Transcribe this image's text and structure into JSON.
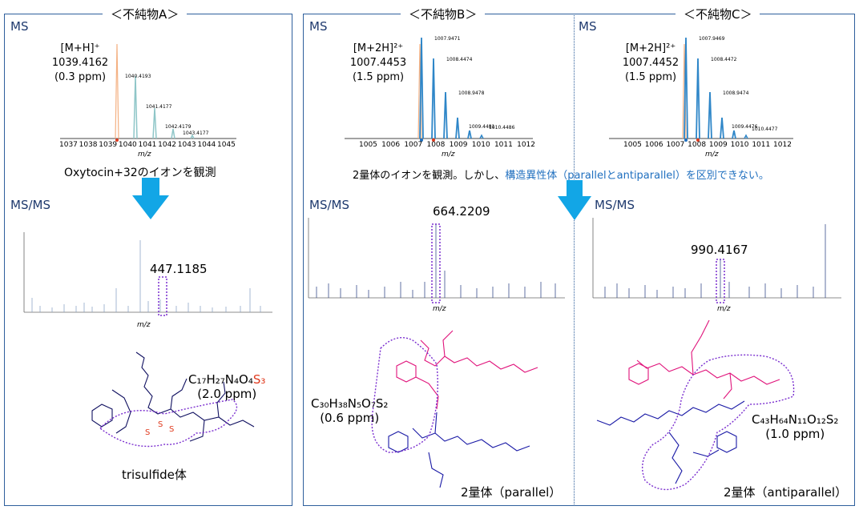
{
  "panels": {
    "a": {
      "title": "＜不純物A＞"
    },
    "b": {
      "title": "＜不純物B＞"
    },
    "c": {
      "title": "＜不純物C＞"
    }
  },
  "labels": {
    "ms": "MS",
    "msms": "MS/MS",
    "mz": "m/z"
  },
  "spectra": {
    "a": {
      "ion": "[M+H]⁺",
      "mass": "1039.4162",
      "ppm": "(0.3 ppm)",
      "ticks": [
        "1037",
        "1038",
        "1039",
        "1040",
        "1041",
        "1042",
        "1043",
        "1044",
        "1045"
      ],
      "peak_labels": [
        "1040.4193",
        "1041.4177",
        "1042.4179",
        "1043.4177"
      ]
    },
    "b": {
      "ion": "[M+2H]²⁺",
      "mass": "1007.4453",
      "ppm": "(1.5 ppm)",
      "ticks": [
        "1005",
        "1006",
        "1007",
        "1008",
        "1009",
        "1010",
        "1011",
        "1012"
      ],
      "peak_labels": [
        "1007.9471",
        "1008.4474",
        "1008.9478",
        "1009.4481",
        "1010.4486"
      ]
    },
    "c": {
      "ion": "[M+2H]²⁺",
      "mass": "1007.4452",
      "ppm": "(1.5 ppm)",
      "ticks": [
        "1005",
        "1006",
        "1007",
        "1008",
        "1009",
        "1010",
        "1011",
        "1012"
      ],
      "peak_labels": [
        "1007.9469",
        "1008.4472",
        "1008.9474",
        "1009.4476",
        "1010.4477"
      ]
    }
  },
  "captions": {
    "a_ms": "Oxytocin+32のイオンを観測",
    "bc_ms_1": "2量体のイオンを観測。しかし、",
    "bc_ms_2": "構造異性体（parallelとantiparallel）を区別できない。"
  },
  "msms": {
    "a": {
      "fragment": "447.1185"
    },
    "b": {
      "fragment": "664.2209"
    },
    "c": {
      "fragment": "990.4167"
    }
  },
  "structures": {
    "a": {
      "formula_main": "C₁₇H₂₇N₄O₄",
      "formula_s": "S₃",
      "ppm": "(2.0 ppm)",
      "name": "trisulfide体"
    },
    "b": {
      "formula": "C₃₀H₃₈N₅O₇S₂",
      "ppm": "(0.6 ppm)",
      "name": "2量体（parallel）"
    },
    "c": {
      "formula": "C₄₃H₆₄N₁₁O₁₂S₂",
      "ppm": "(1.0 ppm)",
      "name": "2量体（antiparallel）"
    }
  },
  "colors": {
    "frame": "#2e5f9c",
    "arrow": "#12a6e6",
    "highlight": "#7a2ecf",
    "chain_blue": "#1a1aa6",
    "chain_pink": "#e0127a",
    "sulfur": "#e03a1e"
  }
}
